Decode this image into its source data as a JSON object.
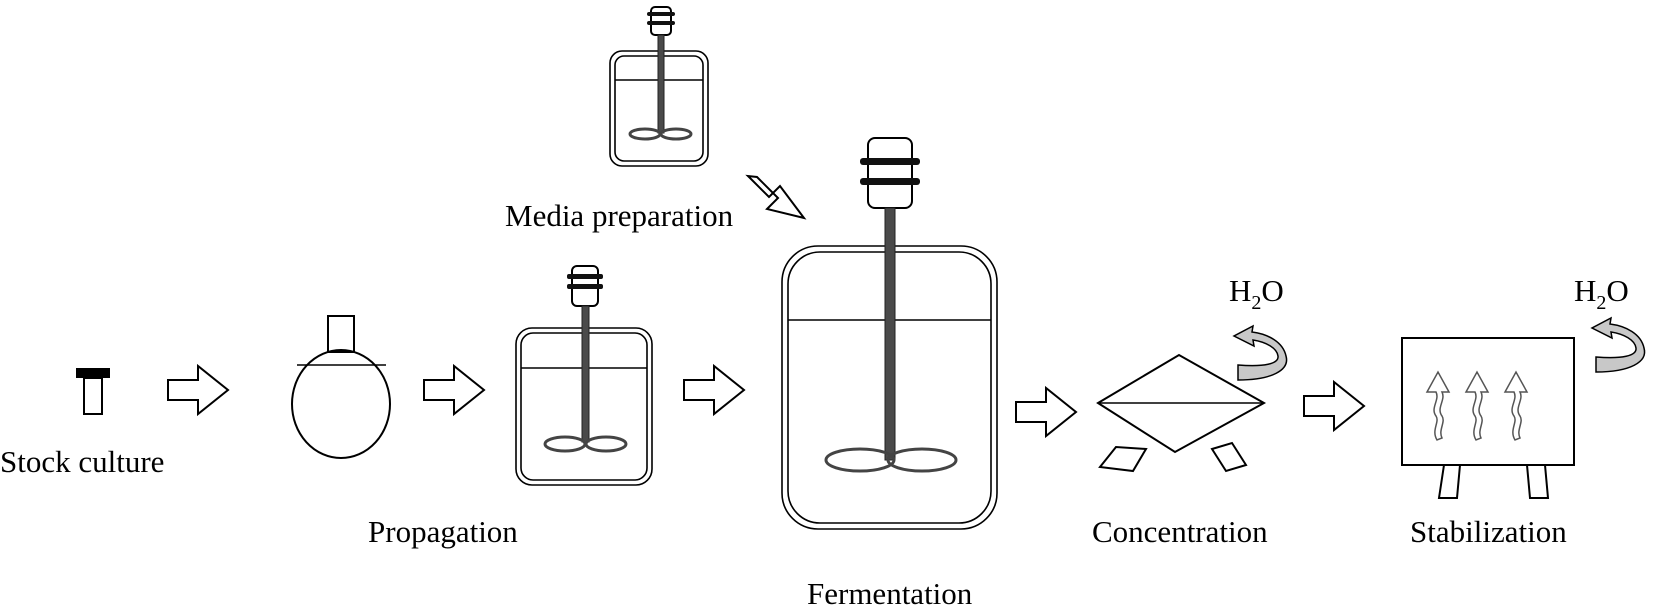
{
  "labels": {
    "stock_culture": "Stock culture",
    "propagation": "Propagation",
    "media_preparation": "Media preparation",
    "fermentation": "Fermentation",
    "concentration": "Concentration",
    "stabilization": "Stabilization"
  },
  "water": {
    "concentration": {
      "h": "H",
      "sub": "2",
      "o": "O"
    },
    "stabilization": {
      "h": "H",
      "sub": "2",
      "o": "O"
    }
  }
}
